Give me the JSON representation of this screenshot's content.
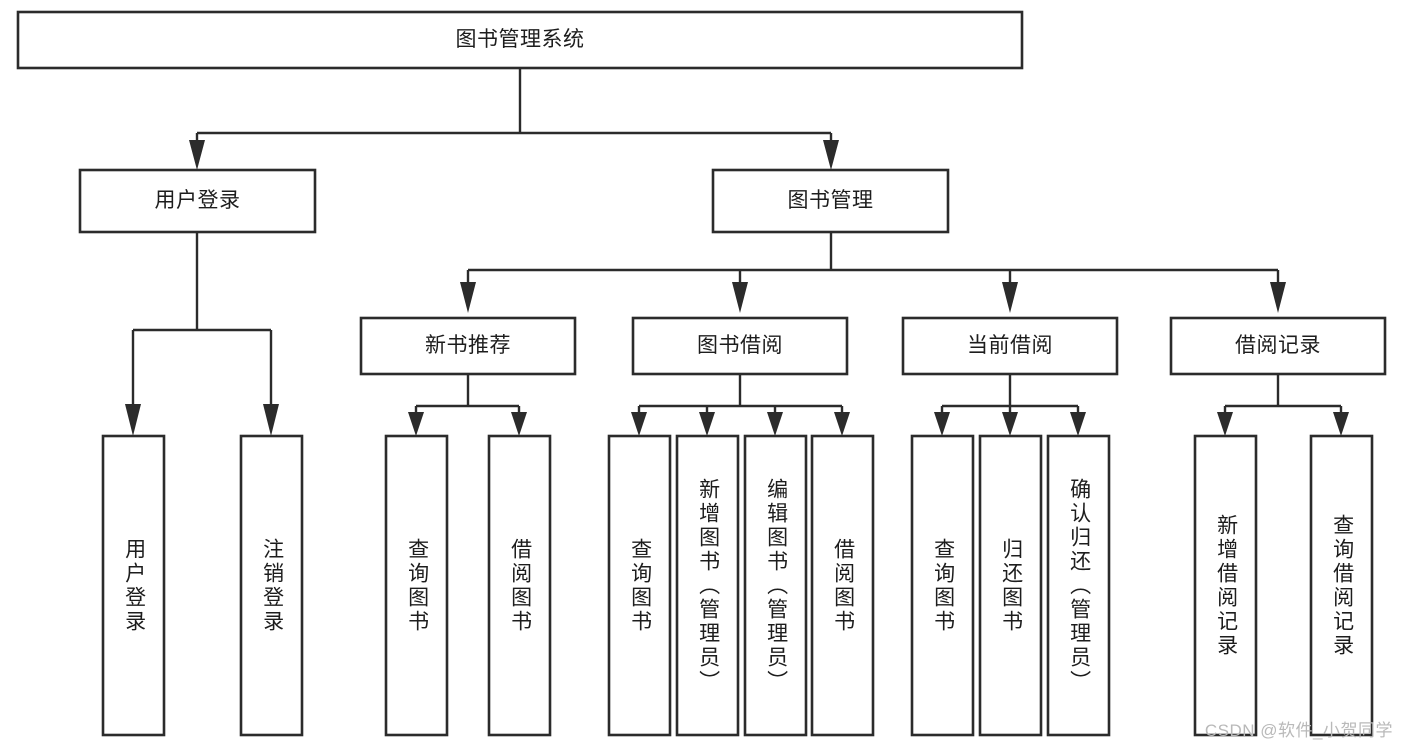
{
  "diagram": {
    "title": "图书管理系统",
    "type": "tree-hierarchy",
    "root": {
      "label": "图书管理系统"
    },
    "level2": [
      {
        "label": "用户登录"
      },
      {
        "label": "图书管理"
      }
    ],
    "level3": [
      {
        "label": "新书推荐"
      },
      {
        "label": "图书借阅"
      },
      {
        "label": "当前借阅"
      },
      {
        "label": "借阅记录"
      }
    ],
    "leaves_user_login": [
      {
        "label": "用户登录"
      },
      {
        "label": "注销登录"
      }
    ],
    "leaves_new_books": [
      {
        "label": "查询图书"
      },
      {
        "label": "借阅图书"
      }
    ],
    "leaves_borrow": [
      {
        "label": "查询图书"
      },
      {
        "label": "新增图书（管理员）"
      },
      {
        "label": "编辑图书（管理员）"
      },
      {
        "label": "借阅图书"
      }
    ],
    "leaves_current": [
      {
        "label": "查询图书"
      },
      {
        "label": "归还图书"
      },
      {
        "label": "确认归还（管理员）"
      }
    ],
    "leaves_records": [
      {
        "label": "新增借阅记录"
      },
      {
        "label": "查询借阅记录"
      }
    ]
  },
  "watermark": {
    "text": "CSDN @软件_小贺同学"
  },
  "colors": {
    "box_stroke": "#2b2b2b",
    "box_fill": "#ffffff",
    "text": "#1d1d1d",
    "watermark": "#b9b9b9",
    "background": "#ffffff"
  }
}
